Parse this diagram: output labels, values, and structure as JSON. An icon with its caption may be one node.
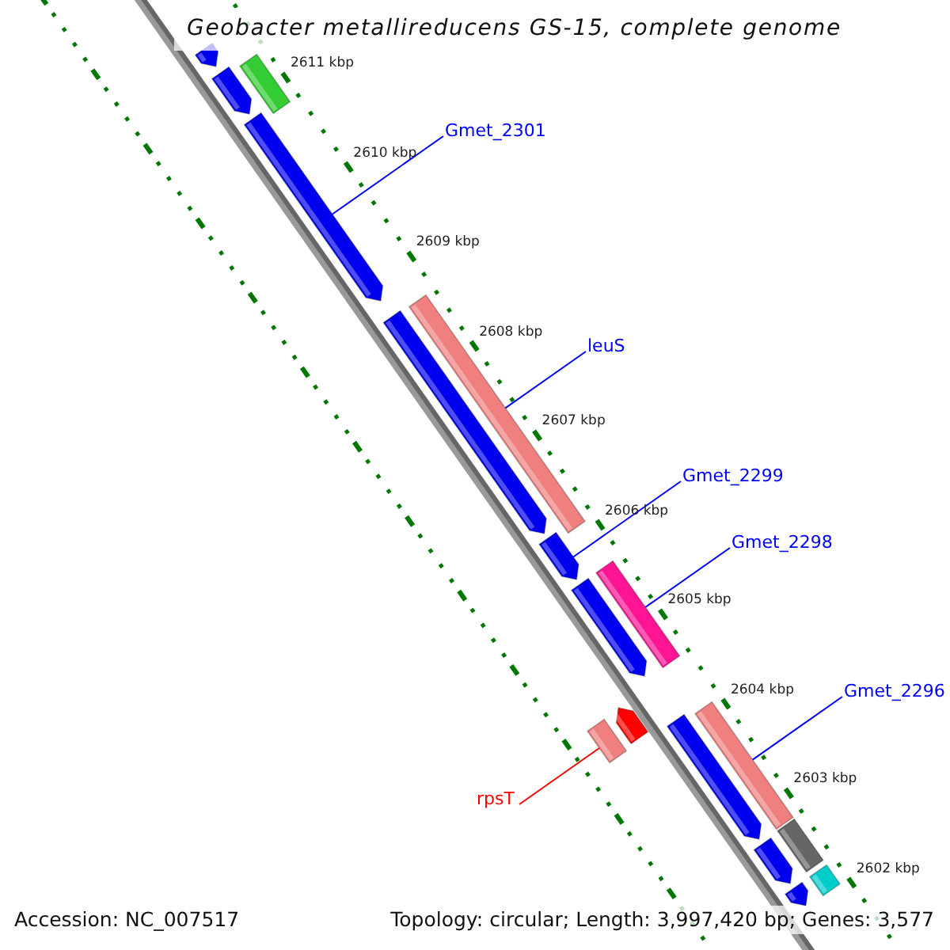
{
  "diagram": {
    "title": "Geobacter metallireducens GS-15, complete genome",
    "nodes": [
      {
        "text": [],
        "shape": "bar"
      },
      {
        "text": [],
        "shape": "bar"
      },
      {
        "text": [],
        "shape": "bar"
      },
      {
        "text": [
          "Gmet_2301"
        ]
      },
      {
        "text": [],
        "shape": "bar"
      },
      {
        "text": [
          "leuS"
        ]
      },
      {
        "text": [],
        "shape": "bar"
      },
      {
        "text": [],
        "shape": "bar"
      },
      {
        "text": [
          "Gmet_2299"
        ]
      },
      {
        "text": [],
        "shape": "bar"
      },
      {
        "text": [
          "Gmet_2298"
        ]
      },
      {
        "text": [],
        "shape": "bar"
      },
      {
        "text": [],
        "shape": "bar"
      },
      {
        "text": [
          "Gmet_2296"
        ]
      },
      {
        "text": [],
        "shape": "bar"
      },
      {
        "text": [],
        "shape": "bar"
      },
      {
        "text": [],
        "shape": "bar"
      },
      {
        "text": [
          "rpsT"
        ]
      },
      {
        "text": [],
        "shape": "bar"
      },
      {
        "text": [],
        "shape": "bar"
      },
      {
        "text": [],
        "shape": "bar"
      },
      {
        "text": [],
        "shape": "bar"
      },
      {
        "text": [],
        "shape": "bar"
      }
    ],
    "edges": [
      {
        "from": 3,
        "to": 4,
        "arrow": "none"
      },
      {
        "from": 5,
        "to": 6,
        "arrow": "none"
      },
      {
        "from": 8,
        "to": 9,
        "arrow": "none"
      },
      {
        "from": 10,
        "to": 11,
        "arrow": "none"
      },
      {
        "from": 13,
        "to": 14,
        "arrow": "none"
      },
      {
        "from": 17,
        "to": 18,
        "arrow": "none",
        "color": "#ff0000"
      }
    ],
    "labels": [
      "2611 kbp",
      "2610 kbp",
      "2609 kbp",
      "2608 kbp",
      "2607 kbp",
      "2606 kbp",
      "2605 kbp",
      "2604 kbp",
      "2603 kbp",
      "2602 kbp",
      "Accession: NC_007517",
      "Topology: circular; Length: 3,997,420 bp; Genes: 3,577"
    ]
  }
}
